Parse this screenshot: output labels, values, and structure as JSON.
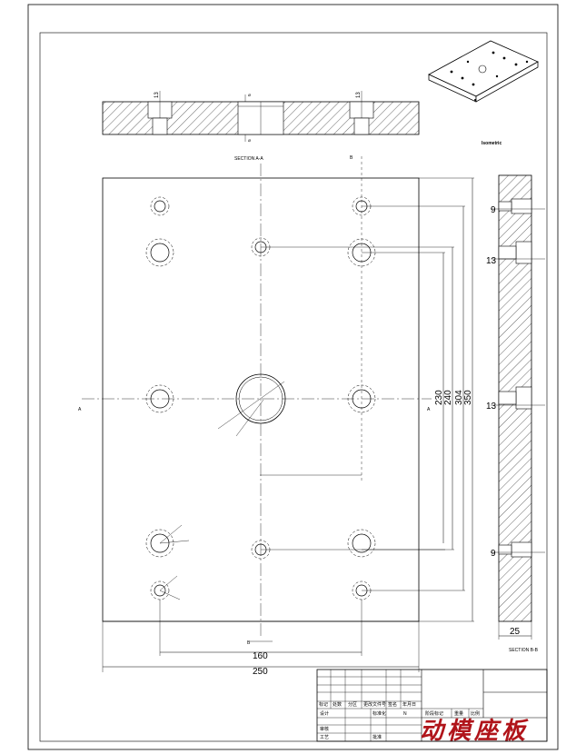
{
  "drawing": {
    "title": "动模座板",
    "section_aa_label": "SECTION A-A",
    "section_bb_label": "SECTION B-B",
    "iso_label": "Isometric",
    "section_marks": {
      "a": "A",
      "b": "B"
    },
    "dims": {
      "d250": "250",
      "d160": "160",
      "d350": "350",
      "d304": "304",
      "d240": "240",
      "d230": "230",
      "d13_top_left": "13",
      "d13_top_right": "13",
      "d9_upper": "9",
      "d13_upper": "13",
      "d13_lower": "13",
      "d9_lower": "9",
      "d25": "25"
    }
  },
  "title_block": {
    "row_labels": {
      "col1": "标记",
      "col2": "处数",
      "col3": "分区",
      "col4": "更改文件号",
      "col5": "签名",
      "col6": "年月日"
    },
    "design": "设计",
    "check": "审核",
    "process": "工艺",
    "standard": "标准化",
    "approve": "批准",
    "stage_mark": "阶段标记",
    "weight": "重量",
    "scale": "比例",
    "unit": "N"
  },
  "colors": {
    "line": "#000000",
    "title": "#b0141a"
  }
}
